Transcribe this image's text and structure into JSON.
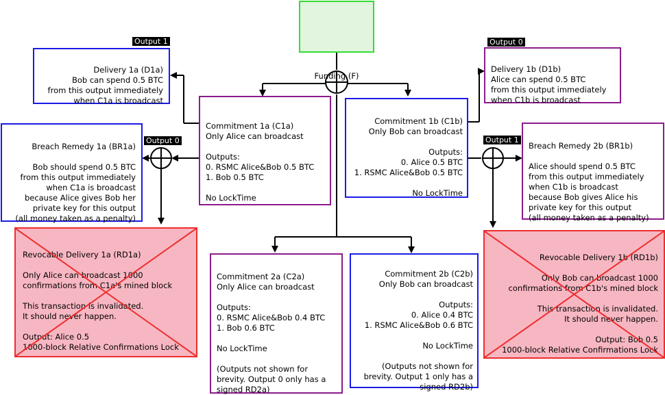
{
  "funding": {
    "label": "Funding (F)"
  },
  "tags": {
    "output1_left": "Output 1",
    "output0_right": "Output 0",
    "output0_mid": "Output 0",
    "output1_mid": "Output 1"
  },
  "d1a": {
    "text": "Delivery 1a (D1a)\nBob can spend 0.5 BTC\nfrom this output immediately\nwhen C1a is broadcast"
  },
  "d1b": {
    "text": "Delivery 1b (D1b)\nAlice can spend 0.5 BTC\nfrom this output immediately\nwhen C1b is broadcast"
  },
  "c1a": {
    "text": "Commitment 1a (C1a)\nOnly Alice can broadcast\n\nOutputs:\n0. RSMC Alice&Bob 0.5 BTC\n1. Bob 0.5 BTC\n\nNo LockTime"
  },
  "c1b": {
    "text": "Commitment 1b (C1b)\nOnly Bob can broadcast\n\nOutputs:\n0. Alice 0.5 BTC\n1. RSMC Alice&Bob 0.5 BTC\n\nNo LockTime"
  },
  "br1a": {
    "text": "Breach Remedy 1a (BR1a)\n\nBob should spend 0.5 BTC\nfrom this output immediately\nwhen C1a is broadcast\nbecause Alice gives Bob her\nprivate key for this output\n(all money taken as a penalty)"
  },
  "br1b": {
    "text": "Breach Remedy 2b (BR1b)\n\nAlice should spend 0.5 BTC\nfrom this output immediately\nwhen C1b is broadcast\nbecause Bob gives Alice his\nprivate key for this output\n(all money taken as a penalty)"
  },
  "rd1a": {
    "text": "Revocable Delivery 1a (RD1a)\n\nOnly Alice can broadcast 1000\nconfirmations from C1a's mined block\n\nThis transaction is invalidated.\nIt should never happen.\n\nOutput: Alice 0.5\n1000-block Relative Confirmations Lock"
  },
  "rd1b": {
    "text": "Revocable Delivery 1b (RD1b)\n\nOnly Bob can broadcast 1000\nconfirmations from C1b's mined block\n\nThis transaction is invalidated.\nIt should never happen.\n\nOutput: Bob 0.5\n1000-block Relative Confirmations Lock"
  },
  "c2a": {
    "text": "Commitment 2a (C2a)\nOnly Alice can broadcast\n\nOutputs:\n0. RSMC Alice&Bob 0.4 BTC\n1. Bob 0.6 BTC\n\nNo LockTime\n\n(Outputs not shown for\nbrevity. Output 0 only has a\nsigned RD2a)"
  },
  "c2b": {
    "text": "Commitment 2b (C2b)\nOnly Bob can broadcast\n\nOutputs:\n0. Alice 0.4 BTC\n1. RSMC Alice&Bob 0.6 BTC\n\nNo LockTime\n\n(Outputs not shown for\nbrevity. Output 1 only has a\nsigned RD2b)"
  },
  "colors": {
    "blue": "#1a1ae6",
    "purple": "#8c1a8c",
    "red_border": "#ee2d2d",
    "red_fill": "#f7b7c2",
    "green_border": "#33dd33",
    "green_fill": "#e1f5df"
  }
}
